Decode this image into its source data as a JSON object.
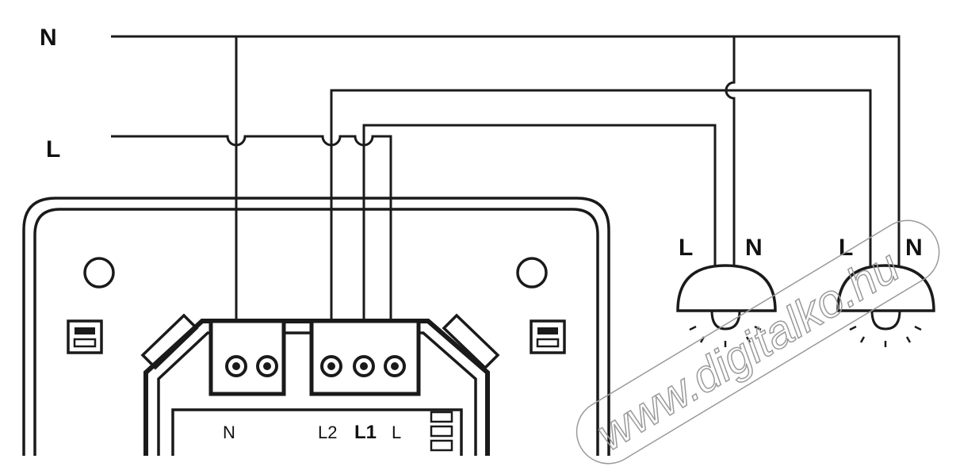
{
  "mains": {
    "neutral_label": "N",
    "live_label": "L"
  },
  "switch": {
    "terminals": {
      "n": "N",
      "l2": "L2",
      "l1": "L1",
      "l": "L"
    }
  },
  "lamps": [
    {
      "live_label": "L",
      "neutral_label": "N"
    },
    {
      "live_label": "L",
      "neutral_label": "N"
    }
  ],
  "watermark": "www.digitalko.hu"
}
